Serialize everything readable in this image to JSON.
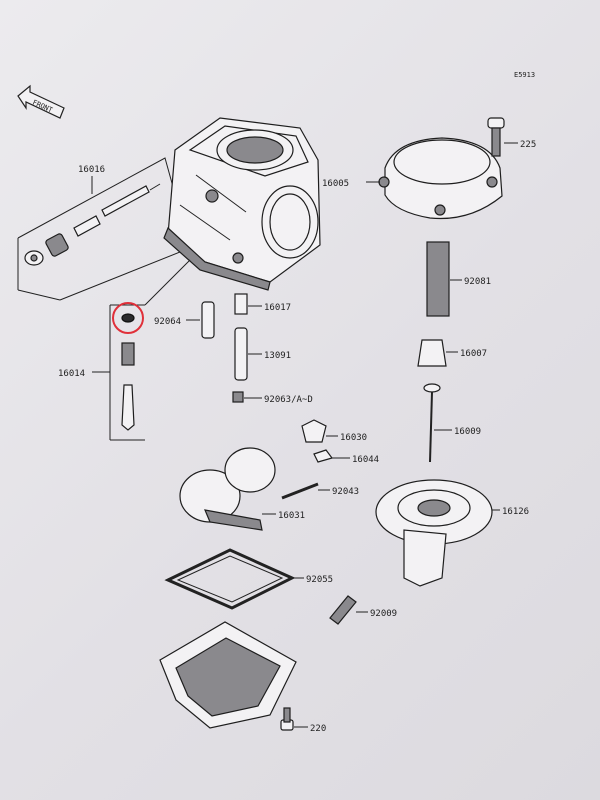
{
  "diagram": {
    "code": "E5913",
    "front_label": "FRONT",
    "highlight_color": "#e0303a",
    "callouts": [
      {
        "id": "16016",
        "text": "16016"
      },
      {
        "id": "225",
        "text": "225"
      },
      {
        "id": "16005",
        "text": "16005"
      },
      {
        "id": "92081",
        "text": "92081"
      },
      {
        "id": "92064",
        "text": "92064"
      },
      {
        "id": "16017",
        "text": "16017"
      },
      {
        "id": "16014",
        "text": "16014"
      },
      {
        "id": "13091",
        "text": "13091"
      },
      {
        "id": "16007",
        "text": "16007"
      },
      {
        "id": "92063",
        "text": "92063/A~D"
      },
      {
        "id": "16009",
        "text": "16009"
      },
      {
        "id": "16030",
        "text": "16030"
      },
      {
        "id": "16044",
        "text": "16044"
      },
      {
        "id": "92043",
        "text": "92043"
      },
      {
        "id": "16126",
        "text": "16126"
      },
      {
        "id": "16031",
        "text": "16031"
      },
      {
        "id": "92055",
        "text": "92055"
      },
      {
        "id": "92009",
        "text": "92009"
      },
      {
        "id": "220",
        "text": "220"
      }
    ]
  }
}
